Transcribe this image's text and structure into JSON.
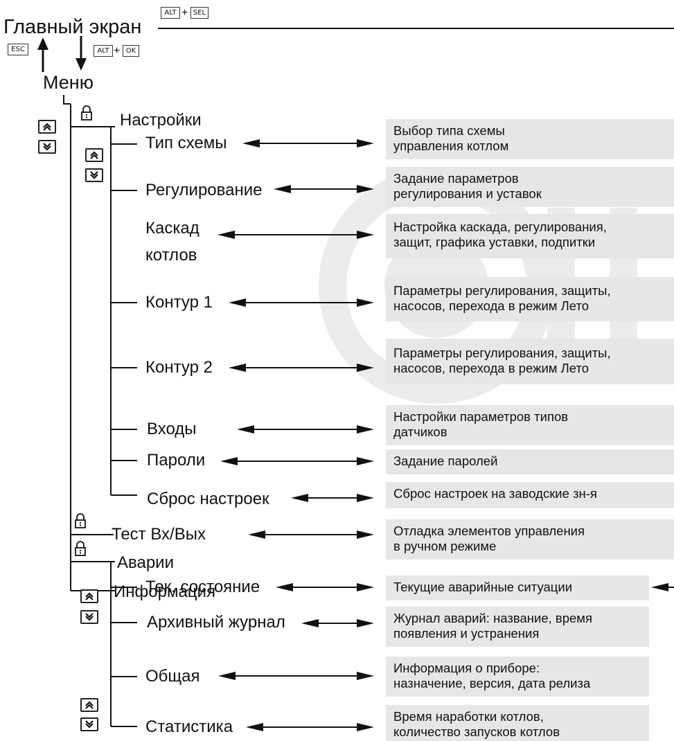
{
  "header": {
    "main_screen": "Главный экран",
    "keys_to_menu_combo": [
      "ALT",
      "SEL"
    ],
    "esc_key": "ESC",
    "keys_enter_menu": [
      "ALT",
      "OK"
    ],
    "plus": "+"
  },
  "menu": {
    "label": "Меню",
    "settings": {
      "label": "Настройки",
      "items": [
        {
          "label": "Тип схемы",
          "desc": "Выбор типа схемы\nуправления котлом"
        },
        {
          "label": "Регулирование",
          "desc": "Задание параметров\nрегулирования и уставок"
        },
        {
          "label_line1": "Каскад",
          "label_line2": "котлов",
          "desc": "Настройка каскада, регулирования,\nзащит, графика уставки, подпитки"
        },
        {
          "label": "Контур 1",
          "desc": "Параметры регулирования, защиты,\nнасосов, перехода в режим Лето"
        },
        {
          "label": "Контур 2",
          "desc": "Параметры регулирования, защиты,\nнасосов, перехода в режим Лето"
        },
        {
          "label": "Входы",
          "desc": "Настройки параметров типов\nдатчиков"
        },
        {
          "label": "Пароли",
          "desc": "Задание паролей"
        },
        {
          "label": "Сброс настроек",
          "desc": "Сброс настроек на заводские зн-я"
        }
      ]
    },
    "test_io": {
      "label": "Тест Вх/Вых",
      "desc": "Отладка элементов управления\nв ручном режиме"
    },
    "alarms": {
      "label": "Аварии",
      "items": [
        {
          "label": "Тек. состояние",
          "desc": "Текущие аварийные ситуации"
        },
        {
          "label": "Архивный журнал",
          "desc": "Журнал аварий: название, время\nпоявления и устранения"
        }
      ]
    },
    "info": {
      "label": "Информация",
      "items": [
        {
          "label": "Общая",
          "desc": "Информация о приборе:\nназначение, версия, дата релиза"
        },
        {
          "label": "Статистика",
          "desc": "Время наработки котлов,\nколичество запусков котлов"
        }
      ]
    }
  },
  "icons": [
    "lock-icon",
    "double-chevron-up-icon",
    "double-chevron-down-icon",
    "arrow-up-icon",
    "arrow-down-icon",
    "double-headed-arrow-icon"
  ],
  "colors": {
    "desc_bg": "#e7e7e7",
    "line": "#111111",
    "watermark": "#ececec"
  }
}
